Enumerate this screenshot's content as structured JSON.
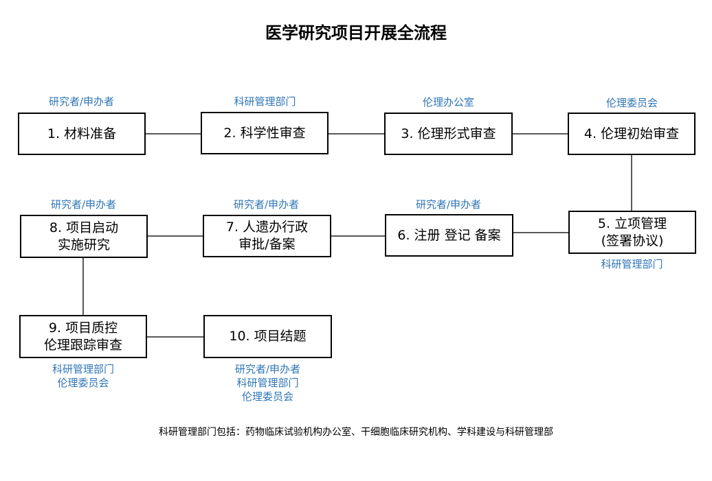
{
  "title": "医学研究项目开展全流程",
  "steps": [
    {
      "label": "1. 材料准备",
      "roles": [
        "研究者/申办者"
      ]
    },
    {
      "label": "2. 科学性审查",
      "roles": [
        "科研管理部门"
      ]
    },
    {
      "label": "3. 伦理形式审查",
      "roles": [
        "伦理办公室"
      ]
    },
    {
      "label": "4. 伦理初始审查",
      "roles": [
        "伦理委员会"
      ]
    },
    {
      "label": "5. 立项管理\n(签署协议)",
      "roles": [
        "科研管理部门"
      ]
    },
    {
      "label": "6. 注册 登记 备案",
      "roles": [
        "研究者/申办者"
      ]
    },
    {
      "label": "7. 人遗办行政\n审批/备案",
      "roles": [
        "研究者/申办者"
      ]
    },
    {
      "label": "8. 项目启动\n实施研究",
      "roles": [
        "研究者/申办者"
      ]
    },
    {
      "label": "9. 项目质控\n伦理跟踪审查",
      "roles": [
        "科研管理部门",
        "伦理委员会"
      ]
    },
    {
      "label": "10. 项目结题",
      "roles": [
        "研究者/申办者",
        "科研管理部门",
        "伦理委员会"
      ]
    }
  ],
  "footnote": "科研管理部门包括：药物临床试验机构办公室、干细胞临床研究机构、学科建设与科研管理部",
  "colors": {
    "role_text": "#2e75b6",
    "line": "#595959",
    "box_border": "#000000"
  }
}
